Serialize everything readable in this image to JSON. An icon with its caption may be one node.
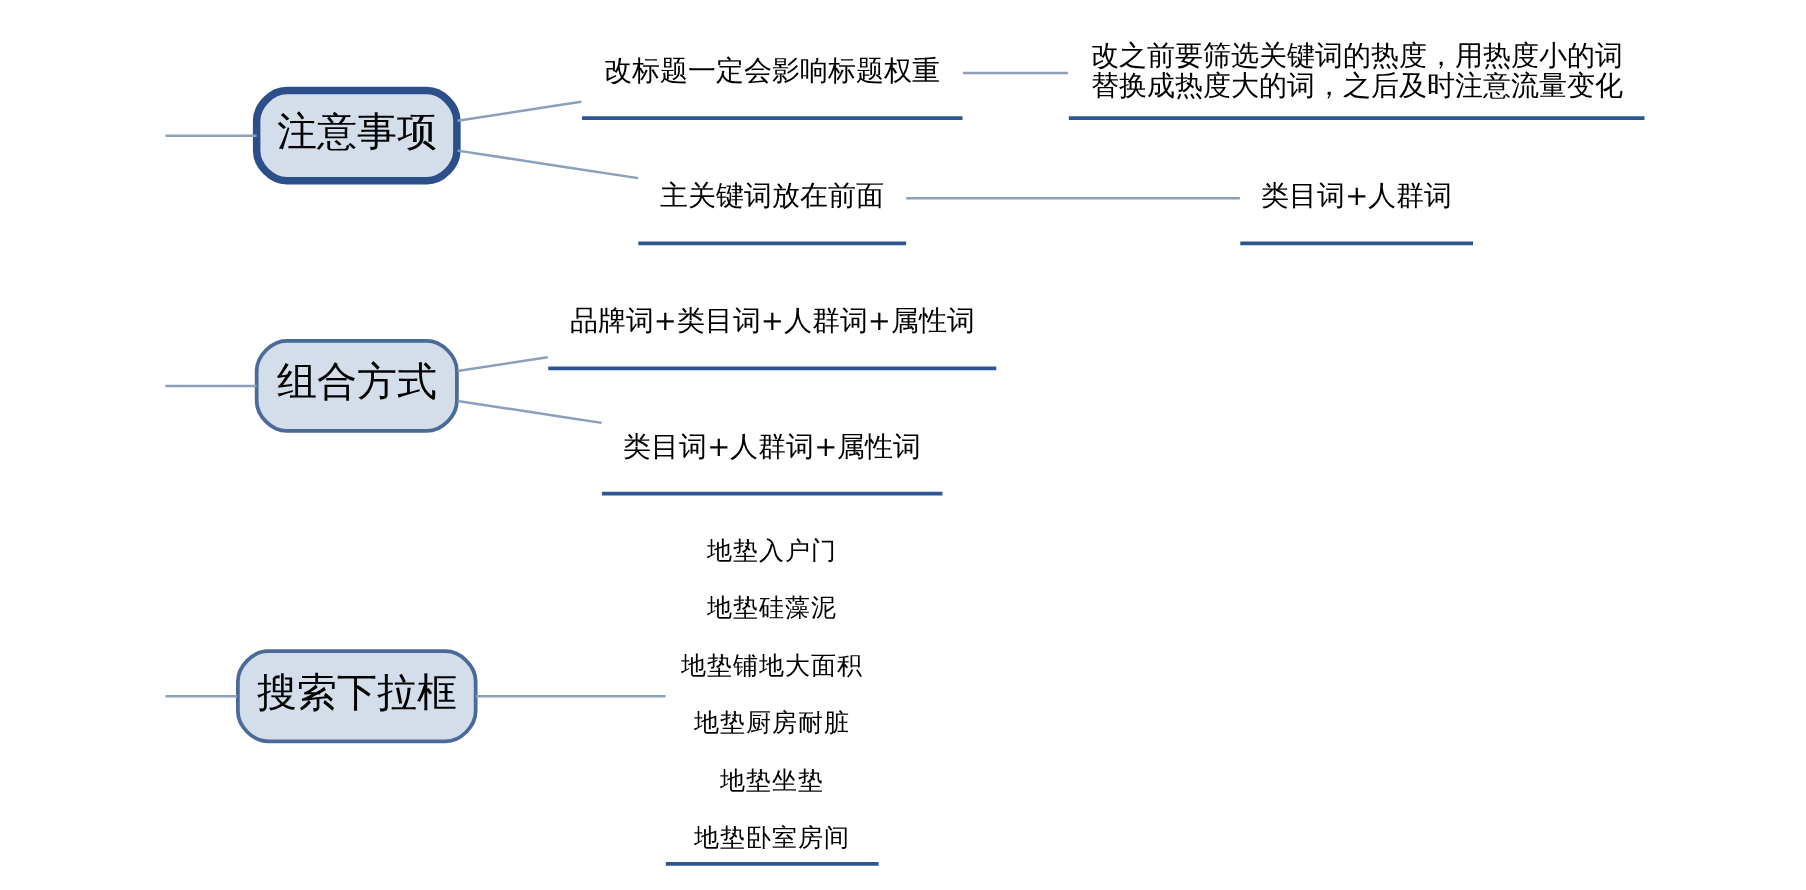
{
  "diagram": {
    "nodes": [
      {
        "text": [
          "搜索下拉框"
        ]
      },
      {
        "text": [
          "地垫入户门",
          "地垫硅藻泥",
          "地垫铺地大面积",
          "地垫厨房耐脏",
          "地垫坐垫",
          "地垫卧室房间"
        ]
      },
      {
        "text": [
          "组合方式"
        ]
      },
      {
        "text": [
          "品牌词+类目词+人群词+属性词"
        ]
      },
      {
        "text": [
          "类目词+人群词+属性词"
        ]
      },
      {
        "text": [
          "注意事项"
        ]
      },
      {
        "text": [
          "改标题一定会影响标题权重"
        ]
      },
      {
        "text": [
          "改之前要筛选关键词的热度，用热度小的词替换成热度大的词，之后及时注意流量变化"
        ]
      },
      {
        "text": [
          "主关键词放在前面"
        ]
      },
      {
        "text": [
          "类目词+人群词"
        ]
      }
    ],
    "edges": [
      {
        "from": null,
        "to": 0,
        "arrow": "none"
      },
      {
        "from": null,
        "to": 2,
        "arrow": "none"
      },
      {
        "from": null,
        "to": 5,
        "arrow": "none"
      },
      {
        "from": 0,
        "to": 1,
        "arrow": "none"
      },
      {
        "from": 2,
        "to": 3,
        "arrow": "none"
      },
      {
        "from": 2,
        "to": 4,
        "arrow": "none"
      },
      {
        "from": 5,
        "to": 6,
        "arrow": "none"
      },
      {
        "from": 5,
        "to": 8,
        "arrow": "none"
      },
      {
        "from": 6,
        "to": 7,
        "arrow": "none"
      },
      {
        "from": 8,
        "to": 9,
        "arrow": "none"
      }
    ]
  }
}
